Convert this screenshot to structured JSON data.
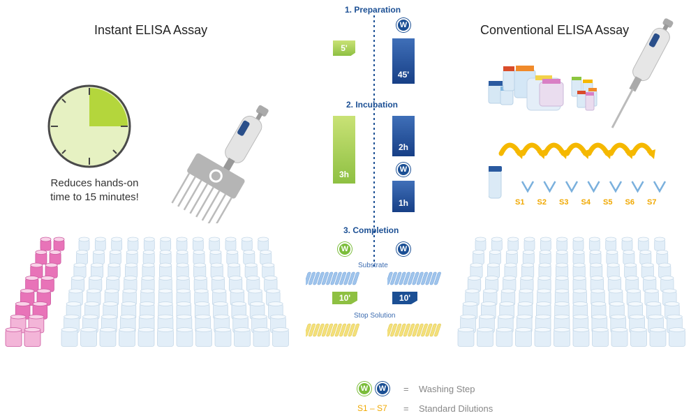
{
  "left": {
    "title": "Instant ELISA Assay",
    "caption_line1": "Reduces hands-on",
    "caption_line2": "time to 15 minutes!"
  },
  "right": {
    "title": "Conventional ELISA Assay",
    "dilutions": [
      "S1",
      "S2",
      "S3",
      "S4",
      "S5",
      "S6",
      "S7"
    ]
  },
  "center": {
    "stage1": "1. Preparation",
    "stage2": "2. Incubation",
    "stage3": "3. Completion",
    "instant_prep": "5'",
    "conv_prep": "45'",
    "instant_incubation": "3h",
    "conv_incubation_1": "2h",
    "conv_incubation_2": "1h",
    "wash_badge": "W",
    "substrate": "Substrate",
    "instant_substrate_time": "10'",
    "conv_substrate_time": "10'",
    "stop_solution": "Stop Solution"
  },
  "legend": {
    "washing_badge": "W",
    "equals": "=",
    "washing_step": "Washing Step",
    "dilution_range": "S1 – S7",
    "standard_dilutions": "Standard Dilutions"
  },
  "colors": {
    "blue": "#1b4f94",
    "green": "#7bbd3a",
    "yellow": "#f5b800",
    "pink": "#d9479a"
  }
}
